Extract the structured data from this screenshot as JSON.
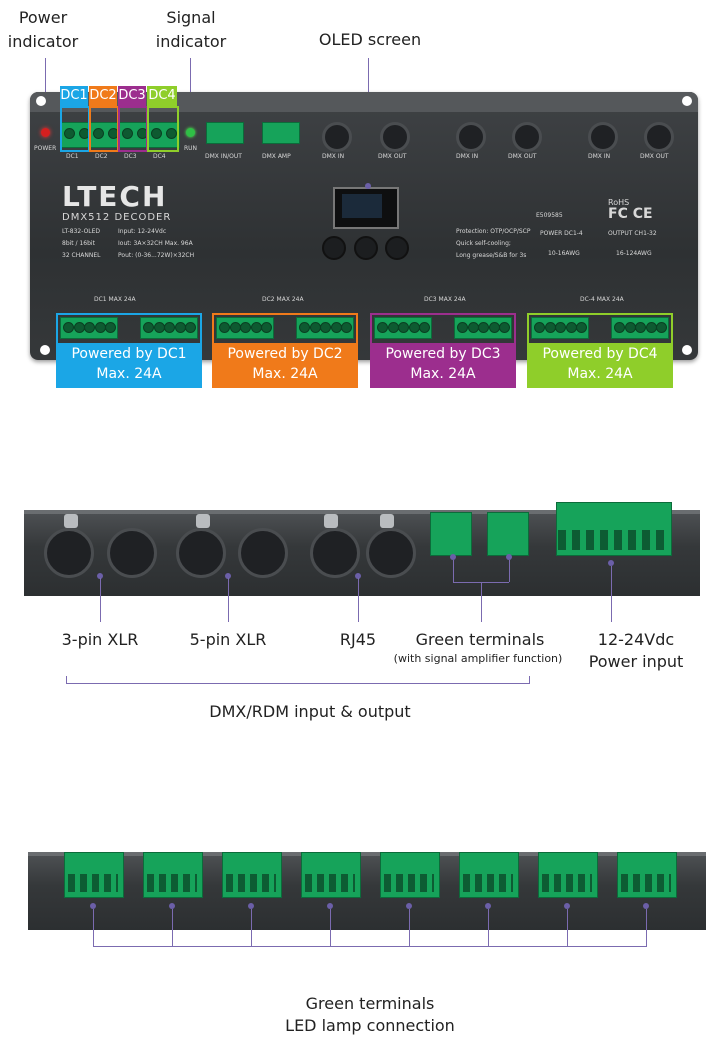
{
  "callouts": {
    "power_indicator": "Power\nindicator",
    "signal_indicator": "Signal\nindicator",
    "oled_screen": "OLED screen"
  },
  "dc_tags": [
    "DC1",
    "DC2",
    "DC3",
    "DC4"
  ],
  "dc_colors": {
    "DC1": "#1ba6e6",
    "DC2": "#f07a1a",
    "DC3": "#9c2e8e",
    "DC4": "#8fce2a"
  },
  "powered_boxes": [
    {
      "line1": "Powered by DC1",
      "line2": "Max. 24A"
    },
    {
      "line1": "Powered by DC2",
      "line2": "Max. 24A"
    },
    {
      "line1": "Powered by DC3",
      "line2": "Max. 24A"
    },
    {
      "line1": "Powered by DC4",
      "line2": "Max. 24A"
    }
  ],
  "device": {
    "brand": "LTECH",
    "model": "DMX512 DECODER",
    "part": "LT-832-OLED",
    "bit": "8bit / 16bit",
    "channels": "32 CHANNEL",
    "input": "Input: 12-24Vdc",
    "iout": "Iout: 3A×32CH   Max. 96A",
    "pout": "Pout: (0-36...72W)×32CH",
    "protection": "Protection: OTP/OCP/SCP",
    "cooling": "Quick self-cooling;",
    "grease": "Long grease/S&B for 3s",
    "power_dc": "POWER  DC1-4",
    "output_ch": "OUTPUT CH1-32",
    "awg1": "10-16AWG",
    "awg2": "16-124AWG",
    "power_label": "POWER",
    "run_label": "RUN",
    "dmx_inout": "DMX IN/OUT",
    "dmx_amp": "DMX AMP",
    "dmx_in": "DMX IN",
    "dmx_out": "DMX OUT",
    "dc_small": [
      "DC1",
      "DC2",
      "DC3",
      "DC4"
    ],
    "max_labels": [
      "DC1  MAX 24A",
      "DC2  MAX 24A",
      "DC3  MAX 24A",
      "DC-4  MAX 24A"
    ],
    "rohs": "RoHS",
    "cert": "E509585"
  },
  "middle": {
    "labels": {
      "xlr3": "3-pin XLR",
      "xlr5": "5-pin XLR",
      "rj45": "RJ45",
      "green_terminals": "Green terminals",
      "green_sub": "(with signal amplifier function)",
      "power_input_1": "12-24Vdc",
      "power_input_2": "Power  input"
    },
    "group_label": "DMX/RDM input & output"
  },
  "bottom": {
    "label_1": "Green terminals",
    "label_2": "LED lamp connection"
  },
  "colors": {
    "lead": "#7b6bb0",
    "terminal": "#16a35a",
    "body": "#35383a"
  }
}
